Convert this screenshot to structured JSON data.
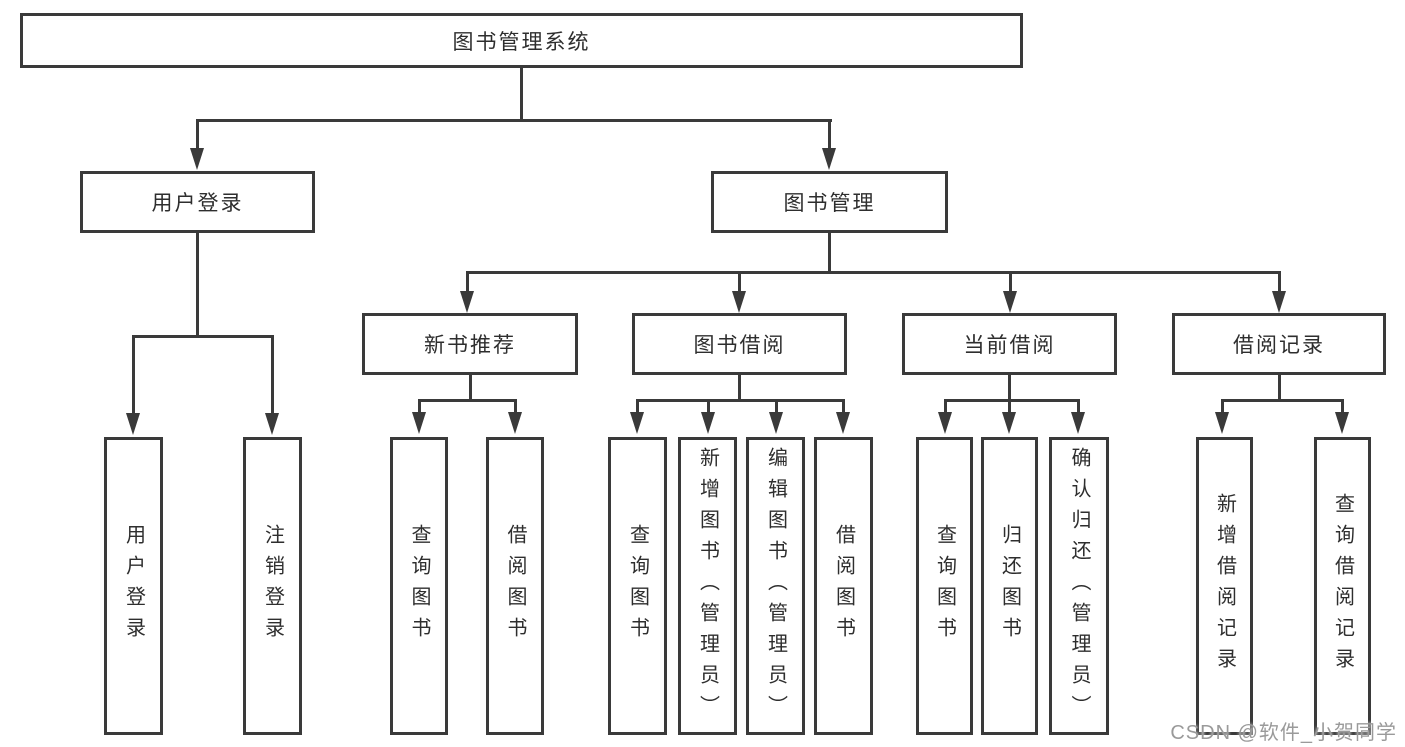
{
  "diagram": {
    "title": "图书管理系统",
    "level1": [
      "用户登录",
      "图书管理"
    ],
    "level2": [
      "新书推荐",
      "图书借阅",
      "当前借阅",
      "借阅记录"
    ],
    "leaves": {
      "user_login": [
        "用户登录",
        "注销登录"
      ],
      "new_books": [
        "查询图书",
        "借阅图书"
      ],
      "book_borrow": [
        "查询图书",
        "新增图书（管理员）",
        "编辑图书（管理员）",
        "借阅图书"
      ],
      "current_borrow": [
        "查询图书",
        "归还图书",
        "确认归还（管理员）"
      ],
      "borrow_records": [
        "新增借阅记录",
        "查询借阅记录"
      ]
    }
  },
  "watermark": "CSDN @软件_小贺同学",
  "colors": {
    "line": "#3a3a3a",
    "text": "#2e2e2e",
    "watermark": "#9a9a9a",
    "background": "#ffffff"
  }
}
